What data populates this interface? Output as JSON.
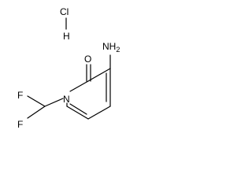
{
  "molecule": {
    "salt_atoms": {
      "chlorine": "Cl",
      "hydrogen": "H"
    },
    "atoms": {
      "amino": "NH",
      "amino_h_subscript": "2",
      "carbonyl_oxygen": "O",
      "ring_nitrogen": "N",
      "fluorine_upper": "F",
      "fluorine_lower": "F"
    }
  },
  "colors": {
    "ink": "#000000",
    "background": "#ffffff"
  }
}
